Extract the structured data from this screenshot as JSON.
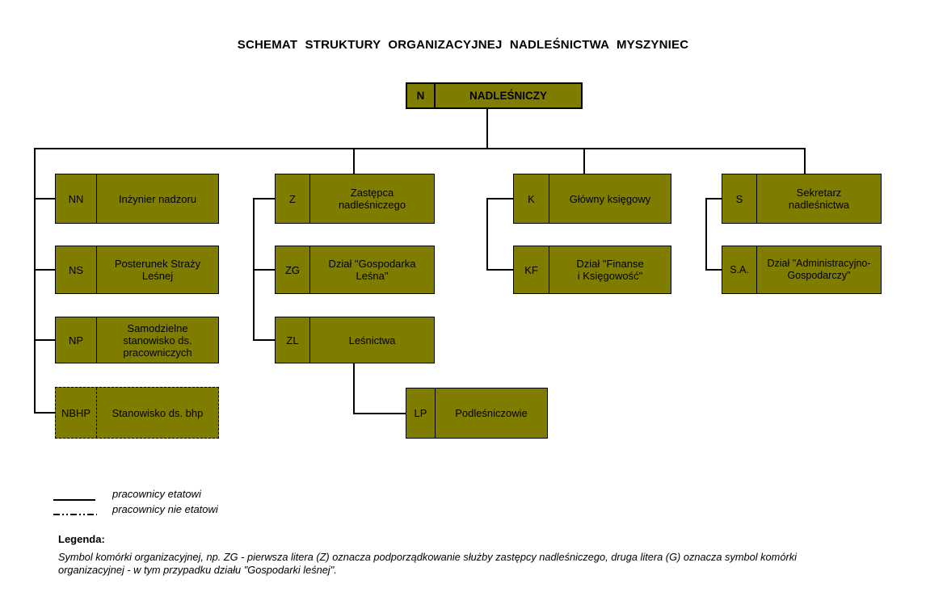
{
  "title": "SCHEMAT STRUKTURY ORGANIZACYJNEJ NADLEŚNICTWA MYSZYNIEC",
  "colors": {
    "box_fill": "#7f7d00",
    "box_border": "#000000",
    "background": "#ffffff"
  },
  "org": {
    "nodes": {
      "n": {
        "symbol": "N",
        "label": "NADLEŚNICZY"
      },
      "nn": {
        "symbol": "NN",
        "label": "Inżynier nadzoru"
      },
      "ns": {
        "symbol": "NS",
        "label": "Posterunek Straży\nLeśnej"
      },
      "np": {
        "symbol": "NP",
        "label": "Samodzielne\nstanowisko ds.\npracowniczych"
      },
      "nbhp": {
        "symbol": "NBHP",
        "label": "Stanowisko ds. bhp"
      },
      "z": {
        "symbol": "Z",
        "label": "Zastępca\nnadleśniczego"
      },
      "zg": {
        "symbol": "ZG",
        "label": "Dział \"Gospodarka\nLeśna\""
      },
      "zl": {
        "symbol": "ZL",
        "label": "Leśnictwa"
      },
      "lp": {
        "symbol": "LP",
        "label": "Podleśniczowie"
      },
      "k": {
        "symbol": "K",
        "label": "Główny księgowy"
      },
      "kf": {
        "symbol": "KF",
        "label": "Dział \"Finanse\ni Księgowość\""
      },
      "s": {
        "symbol": "S",
        "label": "Sekretarz\nnadleśnictwa"
      },
      "sa": {
        "symbol": "S.A.",
        "label": "Dział \"Administracyjno-\nGospodarczy\""
      }
    }
  },
  "legend": {
    "solid_label": "pracownicy etatowi",
    "dashed_label": "pracownicy nie etatowi",
    "heading": "Legenda:",
    "note_line1": "Symbol komórki organizacyjnej, np. ZG - pierwsza litera (Z) oznacza podporządkowanie służby zastępcy nadleśniczego, druga litera (G) oznacza symbol komórki",
    "note_line2": "organizacyjnej -  w tym przypadku działu \"Gospodarki leśnej\"."
  }
}
